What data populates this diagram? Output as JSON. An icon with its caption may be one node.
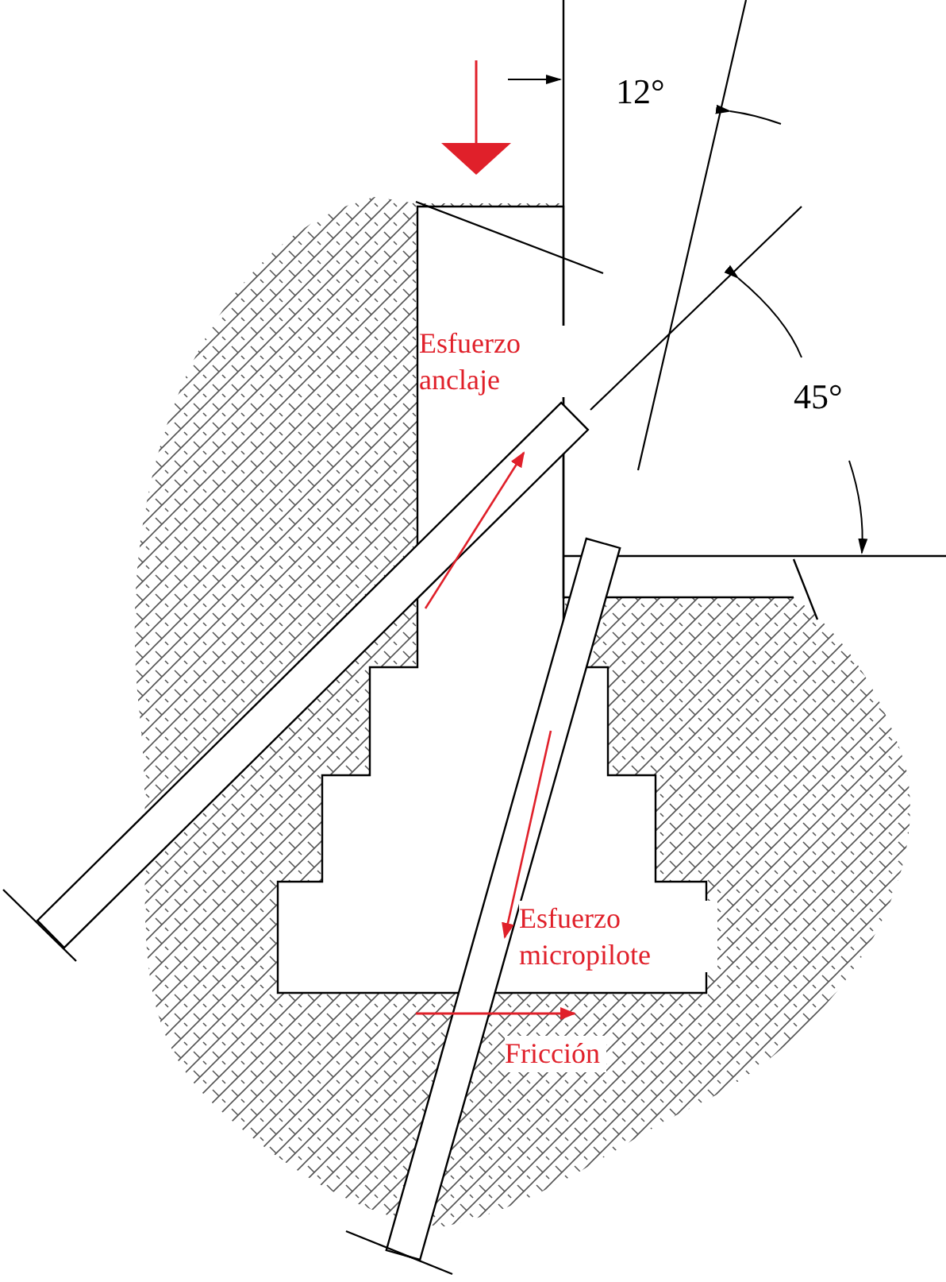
{
  "diagram": {
    "labels": [
      "12°",
      "Esfuerzo anclaje",
      "45°",
      "Esfuerzo micropilote",
      "Fricción"
    ]
  }
}
